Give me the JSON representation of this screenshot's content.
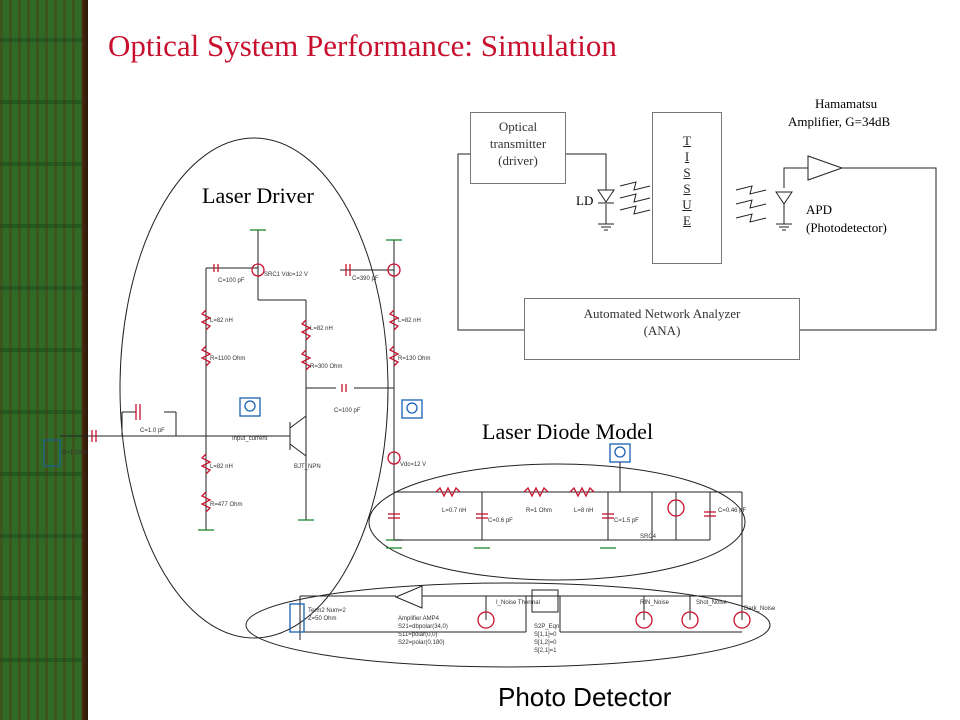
{
  "title": "Optical System Performance: Simulation",
  "labels": {
    "laser_driver": "Laser Driver",
    "laser_diode_model": "Laser Diode Model",
    "photo_detector": "Photo Detector",
    "ld": "LD",
    "apd_line1": "APD",
    "apd_line2": "(Photodetector)",
    "amp_line1": "Hamamatsu",
    "amp_line2": "Amplifier, G=34dB"
  },
  "boxes": {
    "transmitter": [
      "Optical",
      "transmitter",
      "(driver)"
    ],
    "tissue": [
      "T",
      "I",
      "S",
      "S",
      "U",
      "E"
    ],
    "ana": [
      "Automated Network Analyzer",
      "(ANA)"
    ]
  },
  "colors": {
    "title": "#c8102e",
    "wire": "#222222",
    "component": "#c8102e",
    "ground": "#1a8a2e",
    "strip": "#2f6b26"
  },
  "icons": {
    "diode": "laser-diode-icon",
    "apd": "photodiode-icon",
    "amplifier": "amplifier-triangle-icon",
    "light": "light-arrows-icon",
    "probe": "current-probe-icon",
    "ground": "ground-icon"
  }
}
